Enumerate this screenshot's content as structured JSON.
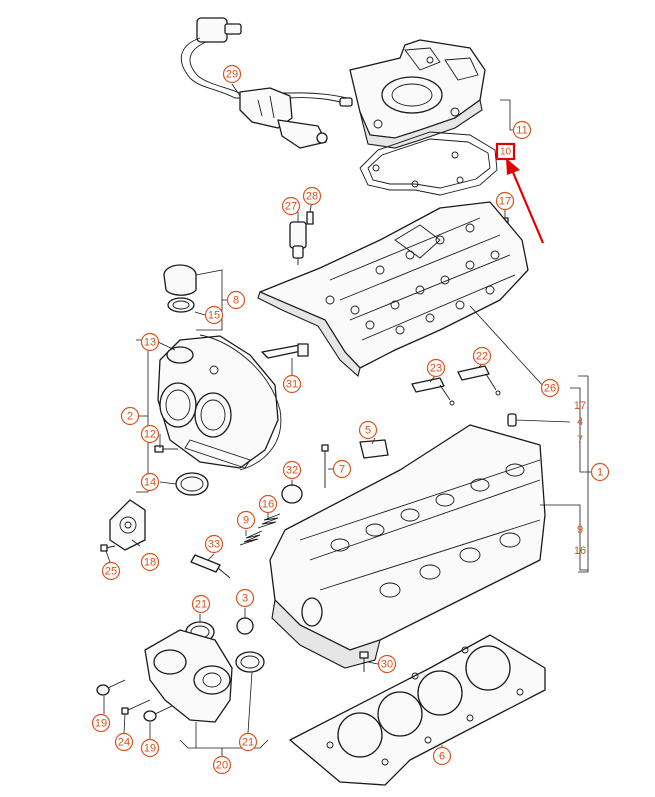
{
  "diagram": {
    "callouts": [
      {
        "id": "29",
        "label": "29"
      },
      {
        "id": "11",
        "label": "11"
      },
      {
        "id": "28",
        "label": "28"
      },
      {
        "id": "27",
        "label": "27"
      },
      {
        "id": "17a",
        "label": "17"
      },
      {
        "id": "8",
        "label": "8"
      },
      {
        "id": "15",
        "label": "15"
      },
      {
        "id": "13",
        "label": "13"
      },
      {
        "id": "31",
        "label": "31"
      },
      {
        "id": "23",
        "label": "23"
      },
      {
        "id": "22",
        "label": "22"
      },
      {
        "id": "26",
        "label": "26"
      },
      {
        "id": "2",
        "label": "2"
      },
      {
        "id": "12",
        "label": "12"
      },
      {
        "id": "5",
        "label": "5"
      },
      {
        "id": "7a",
        "label": "7"
      },
      {
        "id": "1",
        "label": "1"
      },
      {
        "id": "32",
        "label": "32"
      },
      {
        "id": "14",
        "label": "14"
      },
      {
        "id": "16a",
        "label": "16"
      },
      {
        "id": "9a",
        "label": "9"
      },
      {
        "id": "18",
        "label": "18"
      },
      {
        "id": "25",
        "label": "25"
      },
      {
        "id": "33",
        "label": "33"
      },
      {
        "id": "21a",
        "label": "21"
      },
      {
        "id": "3",
        "label": "3"
      },
      {
        "id": "30",
        "label": "30"
      },
      {
        "id": "19a",
        "label": "19"
      },
      {
        "id": "24",
        "label": "24"
      },
      {
        "id": "19b",
        "label": "19"
      },
      {
        "id": "21b",
        "label": "21"
      },
      {
        "id": "6",
        "label": "6"
      },
      {
        "id": "20",
        "label": "20"
      }
    ],
    "side_labels": [
      {
        "id": "s17",
        "label": "17"
      },
      {
        "id": "s4",
        "label": "4"
      },
      {
        "id": "s7",
        "label": "7"
      },
      {
        "id": "s9",
        "label": "9"
      },
      {
        "id": "s16",
        "label": "16"
      }
    ],
    "highlight": {
      "label": "10",
      "color": "#e00000"
    },
    "colors": {
      "callout": "#d9531e",
      "highlight": "#e00000",
      "line": "#1a1a1a"
    }
  }
}
